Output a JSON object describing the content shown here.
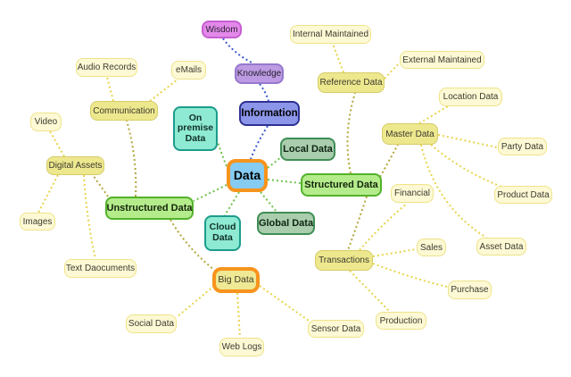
{
  "diagram": {
    "type": "mindmap",
    "title": "Data mind map",
    "root": "data",
    "colors": {
      "blue_link": "#3A57D0",
      "green_link": "#6CC24A",
      "olive_link": "#B3A63B",
      "yellow_link": "#E8D44A",
      "root_border": "#F7941D",
      "root_fill": "#85CBF2",
      "info_fill": "#8C96E8",
      "green_fill": "#B4EC8C",
      "sage_fill": "#A9CDAD",
      "aqua_fill": "#8EEAD2",
      "pale_fill": "#FDF9D5",
      "olive_fill": "#EDE88D",
      "magenta_fill": "#E389EA",
      "purple_fill": "#BD9BE3"
    },
    "nodes": {
      "data": {
        "label": "Data"
      },
      "information": {
        "label": "Information"
      },
      "knowledge": {
        "label": "Knowledge"
      },
      "wisdom": {
        "label": "Wisdom"
      },
      "local_data": {
        "label": "Local Data"
      },
      "global_data": {
        "label": "Global Data"
      },
      "on_premise_data": {
        "label": "On\npremise\nData"
      },
      "cloud_data": {
        "label": "Cloud\nData"
      },
      "structured_data": {
        "label": "Structured Data"
      },
      "unstructured_data": {
        "label": "Unstructured Data"
      },
      "big_data": {
        "label": "Big Data"
      },
      "reference_data": {
        "label": "Reference Data"
      },
      "internal_maintained": {
        "label": "Internal Maintained"
      },
      "external_maintained": {
        "label": "External Maintained"
      },
      "master_data": {
        "label": "Master Data"
      },
      "location_data": {
        "label": "Location Data"
      },
      "party_data": {
        "label": "Party Data"
      },
      "product_data": {
        "label": "Product Data"
      },
      "asset_data": {
        "label": "Asset Data"
      },
      "transactions": {
        "label": "Transactions"
      },
      "financial": {
        "label": "Financial"
      },
      "sales": {
        "label": "Sales"
      },
      "purchase": {
        "label": "Purchase"
      },
      "production": {
        "label": "Production"
      },
      "sensor_data": {
        "label": "Sensor Data"
      },
      "social_data": {
        "label": "Social Data"
      },
      "web_logs": {
        "label": "Web Logs"
      },
      "communication": {
        "label": "Communication"
      },
      "audio_records": {
        "label": "Audio Records"
      },
      "emails": {
        "label": "eMails"
      },
      "digital_assets": {
        "label": "Digital Assets"
      },
      "video": {
        "label": "Video"
      },
      "images": {
        "label": "Images"
      },
      "text_documents": {
        "label": "Text Daocuments"
      }
    },
    "edges": [
      {
        "from": "wisdom",
        "to": "knowledge",
        "color": "blue"
      },
      {
        "from": "knowledge",
        "to": "information",
        "color": "blue"
      },
      {
        "from": "information",
        "to": "data",
        "color": "blue"
      },
      {
        "from": "data",
        "to": "on_premise_data",
        "color": "green"
      },
      {
        "from": "data",
        "to": "local_data",
        "color": "green"
      },
      {
        "from": "data",
        "to": "structured_data",
        "color": "green"
      },
      {
        "from": "data",
        "to": "global_data",
        "color": "green"
      },
      {
        "from": "data",
        "to": "cloud_data",
        "color": "green"
      },
      {
        "from": "data",
        "to": "unstructured_data",
        "color": "green"
      },
      {
        "from": "data",
        "to": "big_data",
        "color": "olive"
      },
      {
        "from": "structured_data",
        "to": "reference_data",
        "color": "olive"
      },
      {
        "from": "structured_data",
        "to": "master_data",
        "color": "olive"
      },
      {
        "from": "structured_data",
        "to": "transactions",
        "color": "olive"
      },
      {
        "from": "unstructured_data",
        "to": "communication",
        "color": "olive"
      },
      {
        "from": "unstructured_data",
        "to": "digital_assets",
        "color": "olive"
      },
      {
        "from": "reference_data",
        "to": "internal_maintained",
        "color": "yellow"
      },
      {
        "from": "reference_data",
        "to": "external_maintained",
        "color": "yellow"
      },
      {
        "from": "master_data",
        "to": "location_data",
        "color": "yellow"
      },
      {
        "from": "master_data",
        "to": "party_data",
        "color": "yellow"
      },
      {
        "from": "master_data",
        "to": "product_data",
        "color": "yellow"
      },
      {
        "from": "master_data",
        "to": "asset_data",
        "color": "yellow"
      },
      {
        "from": "transactions",
        "to": "financial",
        "color": "yellow"
      },
      {
        "from": "transactions",
        "to": "sales",
        "color": "yellow"
      },
      {
        "from": "transactions",
        "to": "purchase",
        "color": "yellow"
      },
      {
        "from": "transactions",
        "to": "production",
        "color": "yellow"
      },
      {
        "from": "big_data",
        "to": "social_data",
        "color": "yellow"
      },
      {
        "from": "big_data",
        "to": "web_logs",
        "color": "yellow"
      },
      {
        "from": "big_data",
        "to": "sensor_data",
        "color": "yellow"
      },
      {
        "from": "communication",
        "to": "audio_records",
        "color": "yellow"
      },
      {
        "from": "communication",
        "to": "emails",
        "color": "yellow"
      },
      {
        "from": "digital_assets",
        "to": "video",
        "color": "yellow"
      },
      {
        "from": "digital_assets",
        "to": "images",
        "color": "yellow"
      },
      {
        "from": "digital_assets",
        "to": "text_documents",
        "color": "yellow"
      }
    ]
  }
}
